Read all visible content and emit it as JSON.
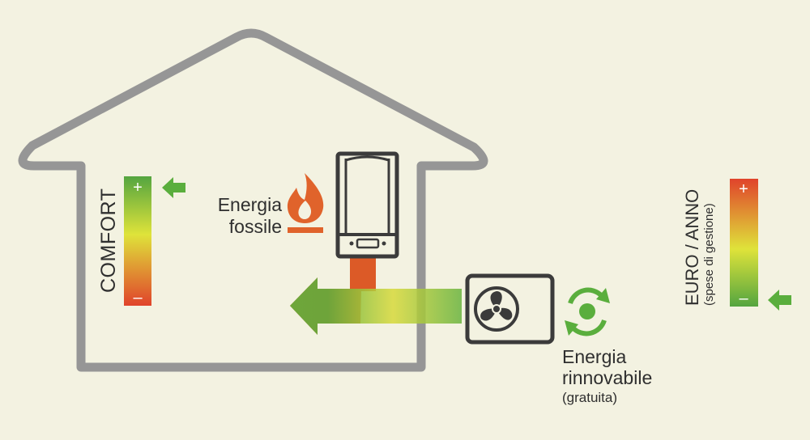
{
  "comfort": {
    "label": "COMFORT",
    "plus": "+",
    "minus": "–",
    "indicator_level": 1.0
  },
  "cost": {
    "label": "EURO / ANNO",
    "sublabel": "(spese di gestione)",
    "plus": "+",
    "minus": "–",
    "indicator_level": 0.0
  },
  "fossil": {
    "label_line1": "Energia",
    "label_line2": "fossile",
    "icon": "flame-icon"
  },
  "renewable": {
    "label_line1": "Energia",
    "label_line2": "rinnovabile",
    "label_note": "(gratuita)",
    "icon": "recycle-icon"
  },
  "devices": {
    "boiler": "boiler-icon",
    "heat_pump": "fan-icon"
  },
  "colors": {
    "background": "#f3f2e1",
    "outline": "#969696",
    "device": "#3b3b3b",
    "orange": "#e0632b",
    "green": "#5aae3d",
    "gauge_red": "#e0432b",
    "gauge_yellow": "#dfe33a",
    "gauge_green": "#54a540"
  }
}
